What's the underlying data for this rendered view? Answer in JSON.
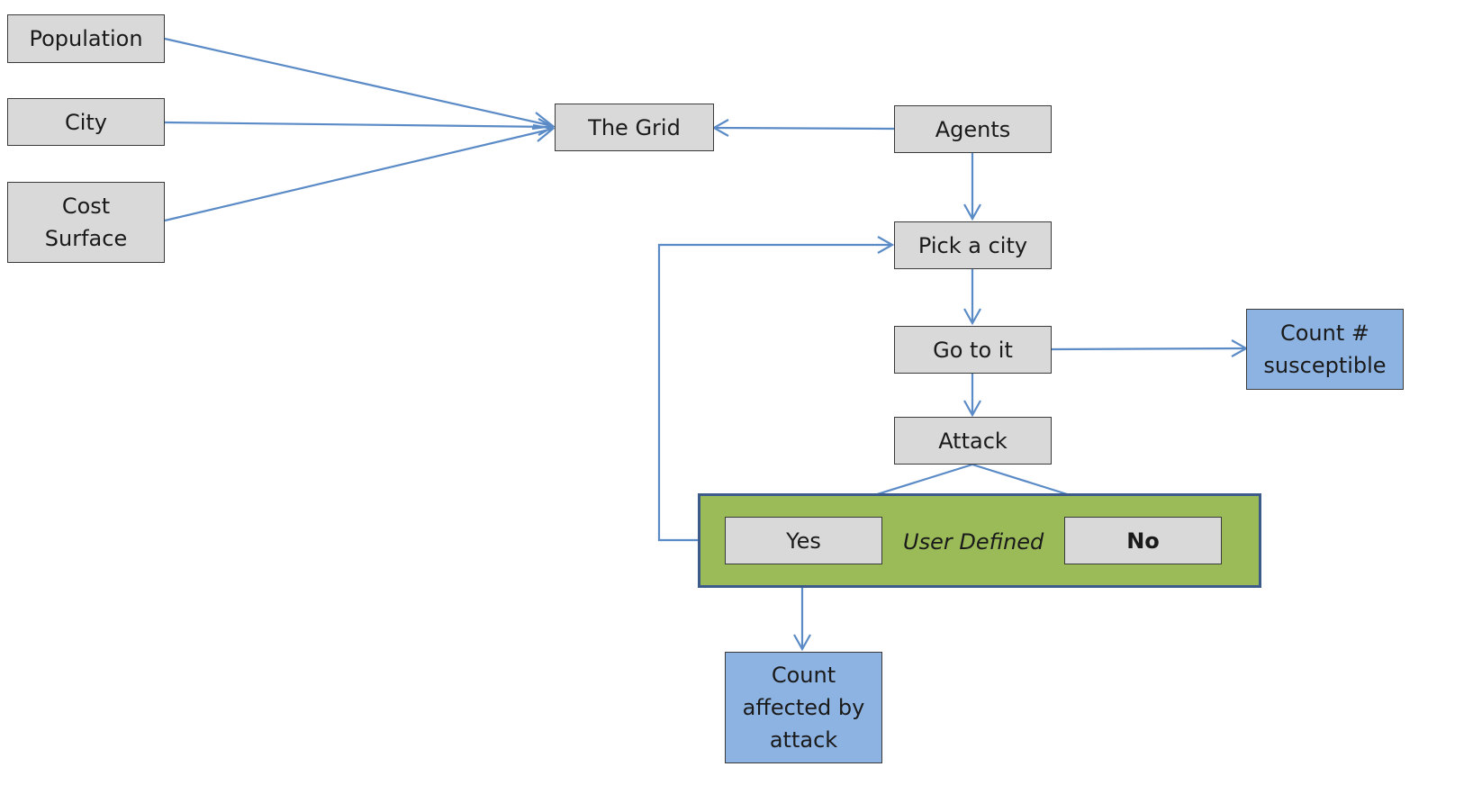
{
  "colors": {
    "node_fill": "#d9d9d9",
    "output_fill": "#8db3e2",
    "group_fill": "#9bbb59",
    "group_border": "#3c5a8a",
    "connector": "#5b8bc7",
    "border": "#3a3a3a"
  },
  "nodes": {
    "population": "Population",
    "city": "City",
    "cost_surface": "Cost\nSurface",
    "the_grid": "The Grid",
    "agents": "Agents",
    "pick_a_city": "Pick a city",
    "go_to_it": "Go to it",
    "count_susceptible": "Count #\nsusceptible",
    "attack": "Attack",
    "yes": "Yes",
    "no": "No",
    "count_affected": "Count\naffected by\nattack"
  },
  "group": {
    "label": "User Defined"
  }
}
